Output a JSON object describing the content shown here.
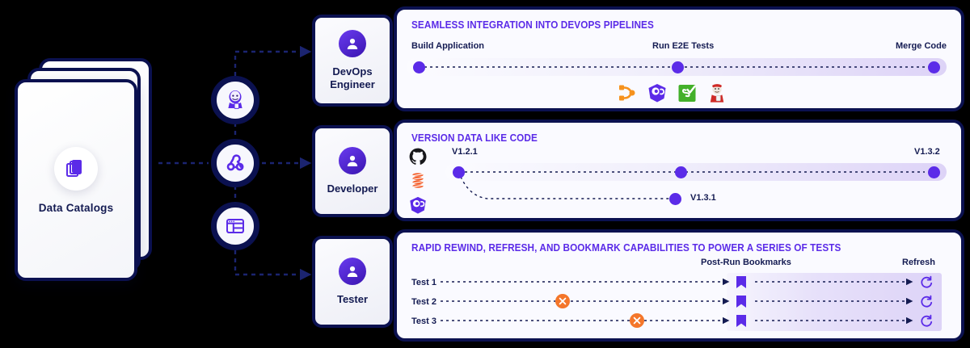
{
  "catalog": {
    "label": "Data Catalogs",
    "icon": "documents-copy-icon",
    "card_count": 3
  },
  "integrations": [
    {
      "name": "jenkins-icon",
      "label": "Jenkins"
    },
    {
      "name": "webhook-icon",
      "label": "Webhook"
    },
    {
      "name": "dashboard-window-icon",
      "label": "Dashboard"
    }
  ],
  "roles": [
    {
      "label": "DevOps Engineer",
      "icon": "user-avatar-icon"
    },
    {
      "label": "Developer",
      "icon": "user-avatar-icon"
    },
    {
      "label": "Tester",
      "icon": "user-avatar-icon"
    }
  ],
  "panels": {
    "pipelines": {
      "title": "Seamless integration into DevOps pipelines",
      "stages": [
        {
          "label": "Build Application"
        },
        {
          "label": "Run E2E Tests"
        },
        {
          "label": "Merge Code"
        }
      ],
      "tools": [
        {
          "name": "postman-fork-icon",
          "label": "Postman"
        },
        {
          "name": "cypress-icon",
          "label": "Cypress"
        },
        {
          "name": "selenium-icon",
          "label": "Selenium"
        },
        {
          "name": "jenkins-icon",
          "label": "Jenkins"
        }
      ]
    },
    "versioning": {
      "title": "Version data like code",
      "scms": [
        {
          "name": "github-icon",
          "label": "GitHub"
        },
        {
          "name": "gitlab-icon",
          "label": "GitLab"
        },
        {
          "name": "cypress-icon",
          "label": "Cypress"
        }
      ],
      "versions": [
        {
          "label": "V1.2.1",
          "branch": "main"
        },
        {
          "label": "V1.3.2",
          "branch": "main"
        },
        {
          "label": "V1.3.1",
          "branch": "side"
        }
      ]
    },
    "rewind": {
      "title": "Rapid rewind, refresh, and bookmark capabilities to power a series of tests",
      "columns": [
        {
          "label": "Post-Run Bookmarks"
        },
        {
          "label": "Refresh"
        }
      ],
      "rows": [
        {
          "label": "Test 1",
          "failure": null,
          "bookmark": "bookmark-icon",
          "refresh": "refresh-icon"
        },
        {
          "label": "Test 2",
          "failure": "x-marker",
          "bookmark": "bookmark-icon",
          "refresh": "refresh-icon"
        },
        {
          "label": "Test 3",
          "failure": "x-marker",
          "bookmark": "bookmark-icon",
          "refresh": "refresh-icon"
        }
      ]
    }
  },
  "colors": {
    "purple": "#5b2be8",
    "navy": "#0b1150",
    "orange": "#f4762a",
    "lavender": "#ddd3f7",
    "panel_bg": "#fafaff"
  }
}
